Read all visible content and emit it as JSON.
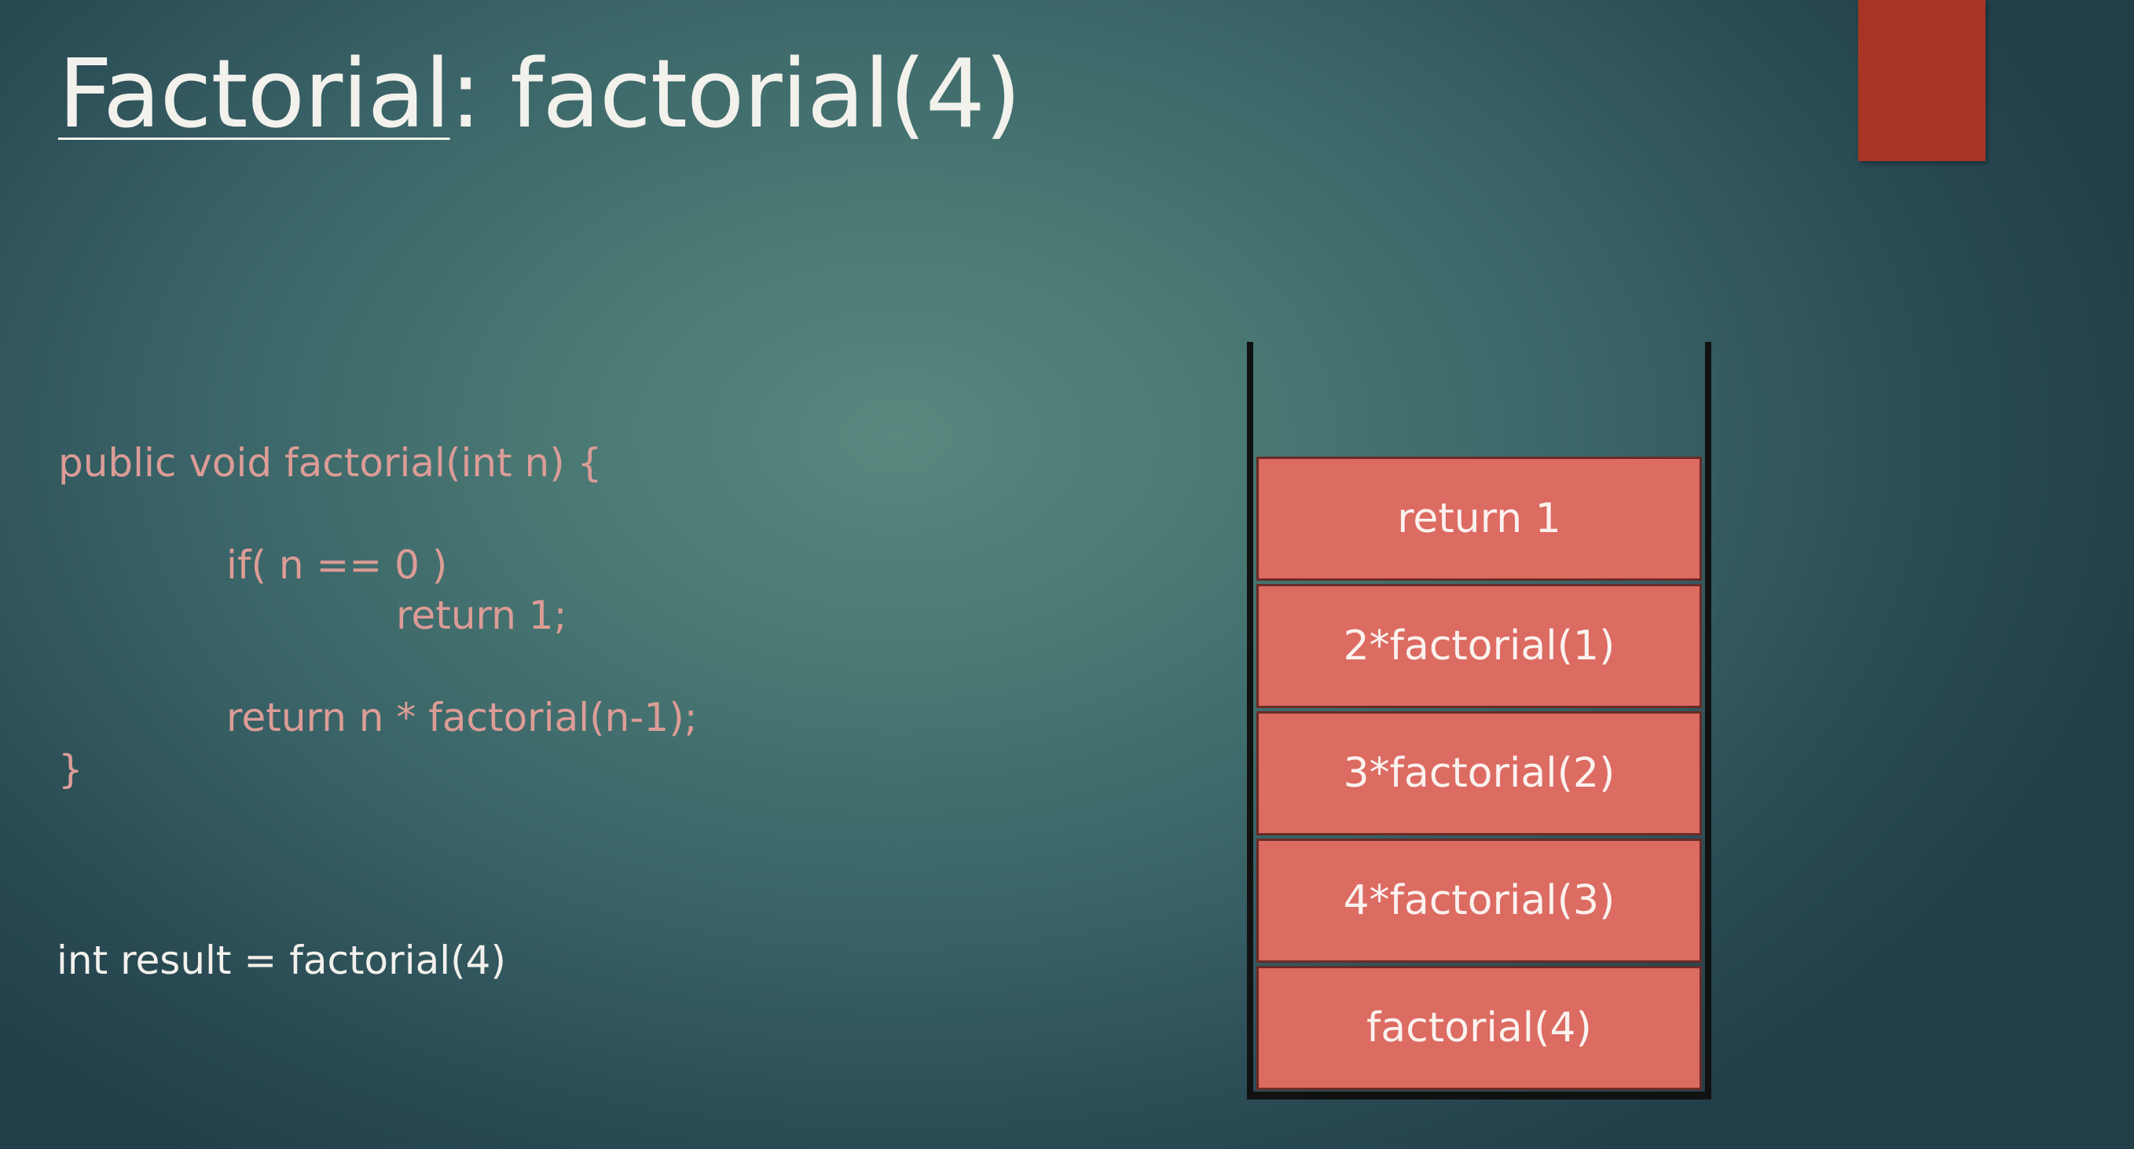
{
  "slide": {
    "title_underlined": "Factorial",
    "title_rest": ": factorial(4)"
  },
  "code": {
    "lines": [
      "public void factorial(int n) {",
      "if( n == 0 )",
      "return 1;",
      "return n * factorial(n-1);",
      "}"
    ],
    "call": "int result = factorial(4)"
  },
  "stack": {
    "frames_top_to_bottom": [
      "return 1",
      "2*factorial(1)",
      "3*factorial(2)",
      "4*factorial(3)",
      "factorial(4)"
    ]
  },
  "colors": {
    "accent": "#a83524",
    "frame_fill": "#dc6b62",
    "code_text": "#dc9c96",
    "title_text": "#f3f1ec"
  }
}
